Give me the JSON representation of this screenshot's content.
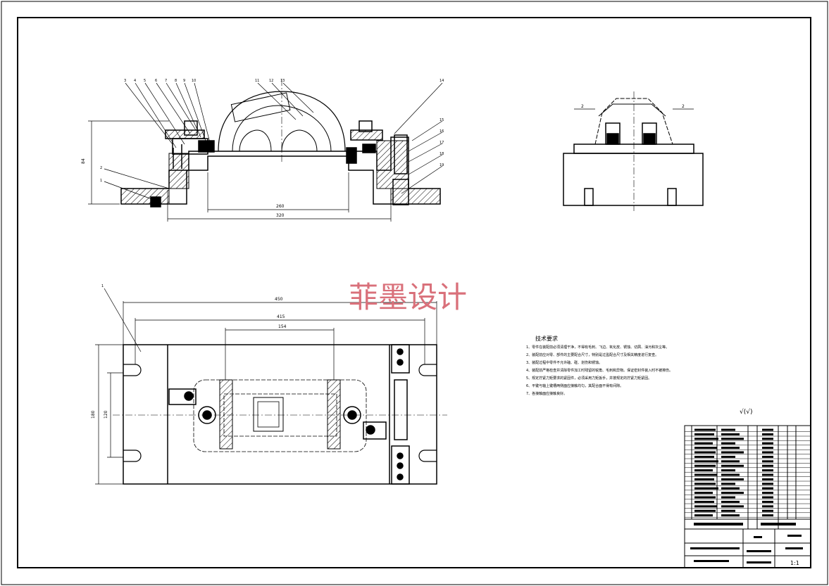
{
  "watermark": "菲墨设计",
  "tech_requirements": {
    "title": "技术要求",
    "items": [
      "1、零件在装配前必须清理干净，不得有毛刺、飞边、氧化皮、锈蚀、切屑、油污和灰尘等。",
      "2、装配前应对零、部件的主要配合尺寸，特别是过盈配合尺寸及相关精度进行复查。",
      "3、装配过程中零件不允许磕、碰、划伤和锈蚀。",
      "4、装配前严格检查并清除零件加工时残留的锐角、毛刺和异物。保证密封件装入时不被擦伤。",
      "5、规定拧紧力矩要求的紧固件，必须采用力矩扳手，并按规定的拧紧力矩紧固。",
      "6、平键与轴上键槽两侧面应接触均匀，其配合面不得有间隙。",
      "7、各接触面应接触良好。"
    ]
  },
  "roughness_symbol": "√(√)",
  "dimensions": {
    "front_height": "84",
    "front_inner_width": "260",
    "front_overall_width": "320",
    "top_overall_length": "450",
    "top_inner_length": "415",
    "top_locator_span": "154",
    "top_width": "180",
    "top_inner_width": "120",
    "side_offset_left": "2",
    "side_offset_right": "2"
  },
  "callouts": {
    "front_top": [
      "3",
      "4",
      "5",
      "6",
      "7",
      "8",
      "9",
      "10",
      "11",
      "12",
      "13",
      "14"
    ],
    "front_left": [
      "2",
      "1"
    ],
    "front_right": [
      "15",
      "16",
      "17",
      "18",
      "19"
    ],
    "top_view": [
      "1"
    ]
  },
  "title_block": {
    "scale": "1:1"
  }
}
